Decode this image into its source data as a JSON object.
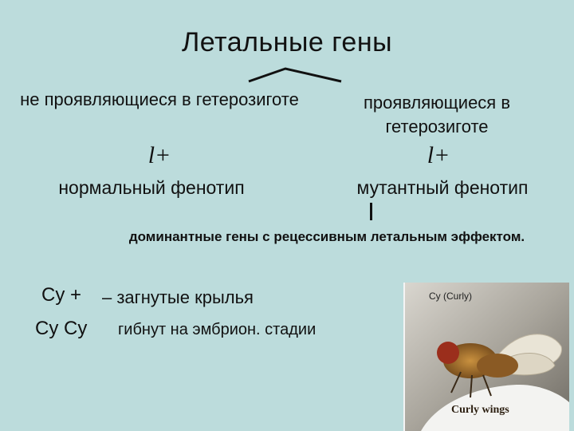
{
  "title": "Летальные гены",
  "left": {
    "category": "не проявляющиеся в гетерозиготе",
    "genotype": "l+",
    "phenotype": "нормальный фенотип"
  },
  "right": {
    "category": "проявляющиеся в гетерозиготе",
    "genotype": "l+",
    "phenotype": "мутантный фенотип"
  },
  "dominant_note": "доминантные гены с рецессивным летальным эффектом.",
  "examples": [
    {
      "genotype": "Су +",
      "description": "– загнутые крылья"
    },
    {
      "genotype": "Су Су",
      "description": "гибнут на эмбрион. стадии"
    }
  ],
  "photo": {
    "label": "Cy (Curly)",
    "caption": "Curly wings"
  }
}
